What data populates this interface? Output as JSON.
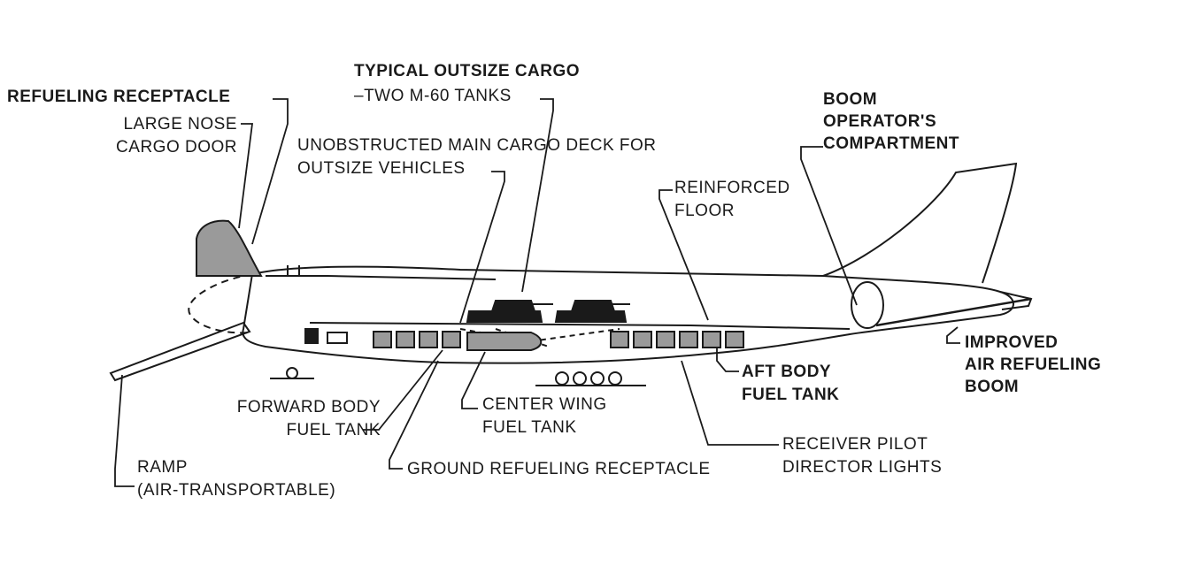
{
  "labels": {
    "refueling_receptacle": "REFUELING RECEPTACLE",
    "large_nose_cargo_door": [
      "LARGE NOSE",
      "CARGO DOOR"
    ],
    "typical_outsize_cargo": "TYPICAL OUTSIZE CARGO",
    "two_m60_tanks": "–TWO M-60 TANKS",
    "unobstructed_deck": [
      "UNOBSTRUCTED MAIN CARGO DECK FOR",
      "OUTSIZE VEHICLES"
    ],
    "boom_operator": [
      "BOOM",
      "OPERATOR'S",
      "COMPARTMENT"
    ],
    "reinforced_floor": [
      "REINFORCED",
      "FLOOR"
    ],
    "improved_boom": [
      "IMPROVED",
      "AIR REFUELING",
      "BOOM"
    ],
    "aft_body_fuel_tank": [
      "AFT BODY",
      "FUEL TANK"
    ],
    "forward_body_fuel_tank": [
      "FORWARD BODY",
      "FUEL TANK"
    ],
    "center_wing_fuel_tank": [
      "CENTER WING",
      "FUEL TANK"
    ],
    "receiver_pilot_lights": [
      "RECEIVER PILOT",
      "DIRECTOR LIGHTS"
    ],
    "ramp": [
      "RAMP",
      "(AIR-TRANSPORTABLE)"
    ],
    "ground_refueling_receptacle": "GROUND REFUELING RECEPTACLE"
  },
  "colors": {
    "ink": "#1a1a1a",
    "shade": "#9a9a9a",
    "paper": "#ffffff"
  }
}
